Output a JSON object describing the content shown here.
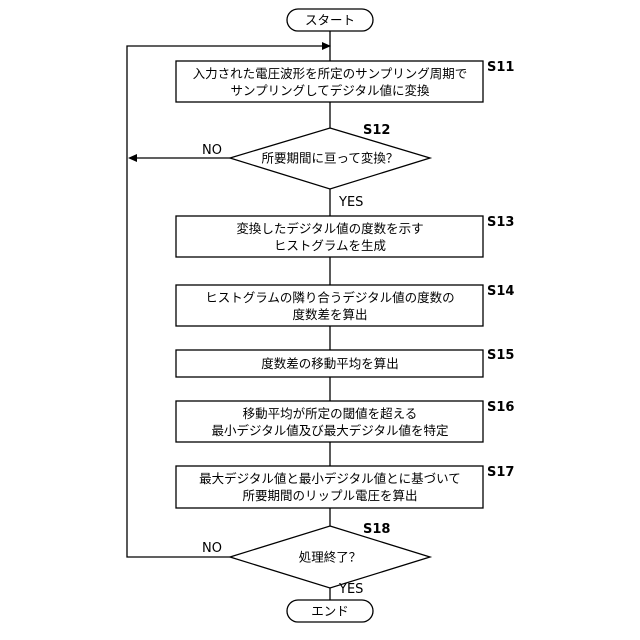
{
  "flowchart": {
    "start": "スタート",
    "end": "エンド",
    "steps": {
      "s11": {
        "id": "S11",
        "lines": [
          "入力された電圧波形を所定のサンプリング周期で",
          "サンプリングしてデジタル値に変換"
        ]
      },
      "s12": {
        "id": "S12",
        "lines": [
          "所要期間に亘って変換？"
        ]
      },
      "s13": {
        "id": "S13",
        "lines": [
          "変換したデジタル値の度数を示す",
          "ヒストグラムを生成"
        ]
      },
      "s14": {
        "id": "S14",
        "lines": [
          "ヒストグラムの隣り合うデジタル値の度数の",
          "度数差を算出"
        ]
      },
      "s15": {
        "id": "S15",
        "lines": [
          "度数差の移動平均を算出"
        ]
      },
      "s16": {
        "id": "S16",
        "lines": [
          "移動平均が所定の閾値を超える",
          "最小デジタル値及び最大デジタル値を特定"
        ]
      },
      "s17": {
        "id": "S17",
        "lines": [
          "最大デジタル値と最小デジタル値とに基づいて",
          "所要期間のリップル電圧を算出"
        ]
      },
      "s18": {
        "id": "S18",
        "lines": [
          "処理終了？"
        ]
      }
    },
    "branches": {
      "s12_yes": "YES",
      "s12_no": "NO",
      "s18_yes": "YES",
      "s18_no": "NO"
    }
  }
}
